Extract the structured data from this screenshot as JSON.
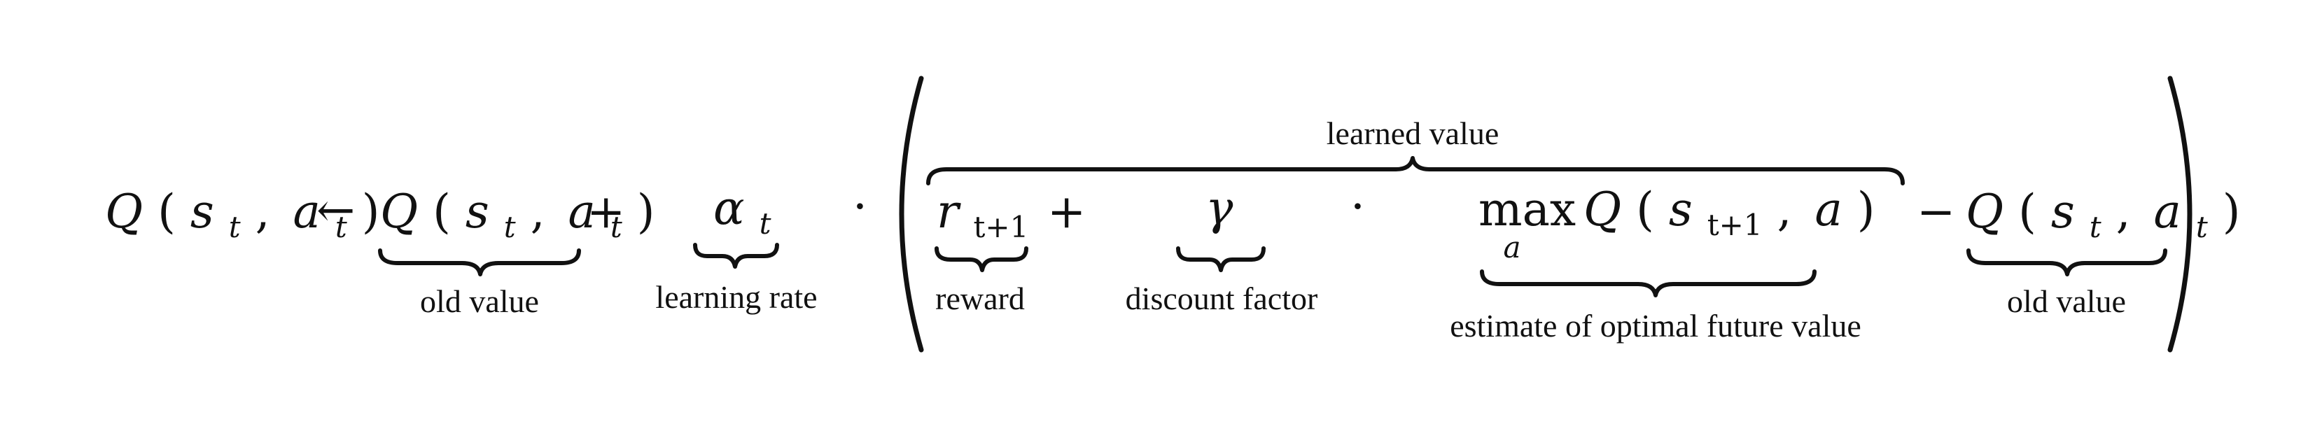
{
  "equation": {
    "lhs": {
      "Q": "Q",
      "open": "(",
      "s": "s",
      "s_sub": "t",
      "comma": ",",
      "a": "a",
      "a_sub": "t",
      "close": ")"
    },
    "arrow": "←",
    "old_value_term": {
      "Q": "Q",
      "open": "(",
      "s": "s",
      "s_sub": "t",
      "comma": ",",
      "a": "a",
      "a_sub": "t",
      "close": ")",
      "label": "old value"
    },
    "plus_1": "+",
    "learning_rate_term": {
      "symbol": "α",
      "sub": "t",
      "label": "learning rate"
    },
    "dot_1": "·",
    "learned_value_label": "learned value",
    "reward_term": {
      "symbol": "r",
      "sub": "t+1",
      "label": "reward"
    },
    "plus_2": "+",
    "discount_term": {
      "symbol": "γ",
      "label": "discount factor"
    },
    "dot_2": "·",
    "estimate_term": {
      "max": "max",
      "max_sub": "a",
      "Q": "Q",
      "open": "(",
      "s": "s",
      "s_sub": "t+1",
      "comma": ",",
      "a": "a",
      "close": ")",
      "label": "estimate of optimal future value"
    },
    "minus": "−",
    "old_value_term_2": {
      "Q": "Q",
      "open": "(",
      "s": "s",
      "s_sub": "t",
      "comma": ",",
      "a": "a",
      "a_sub": "t",
      "close": ")",
      "label": "old value"
    }
  }
}
